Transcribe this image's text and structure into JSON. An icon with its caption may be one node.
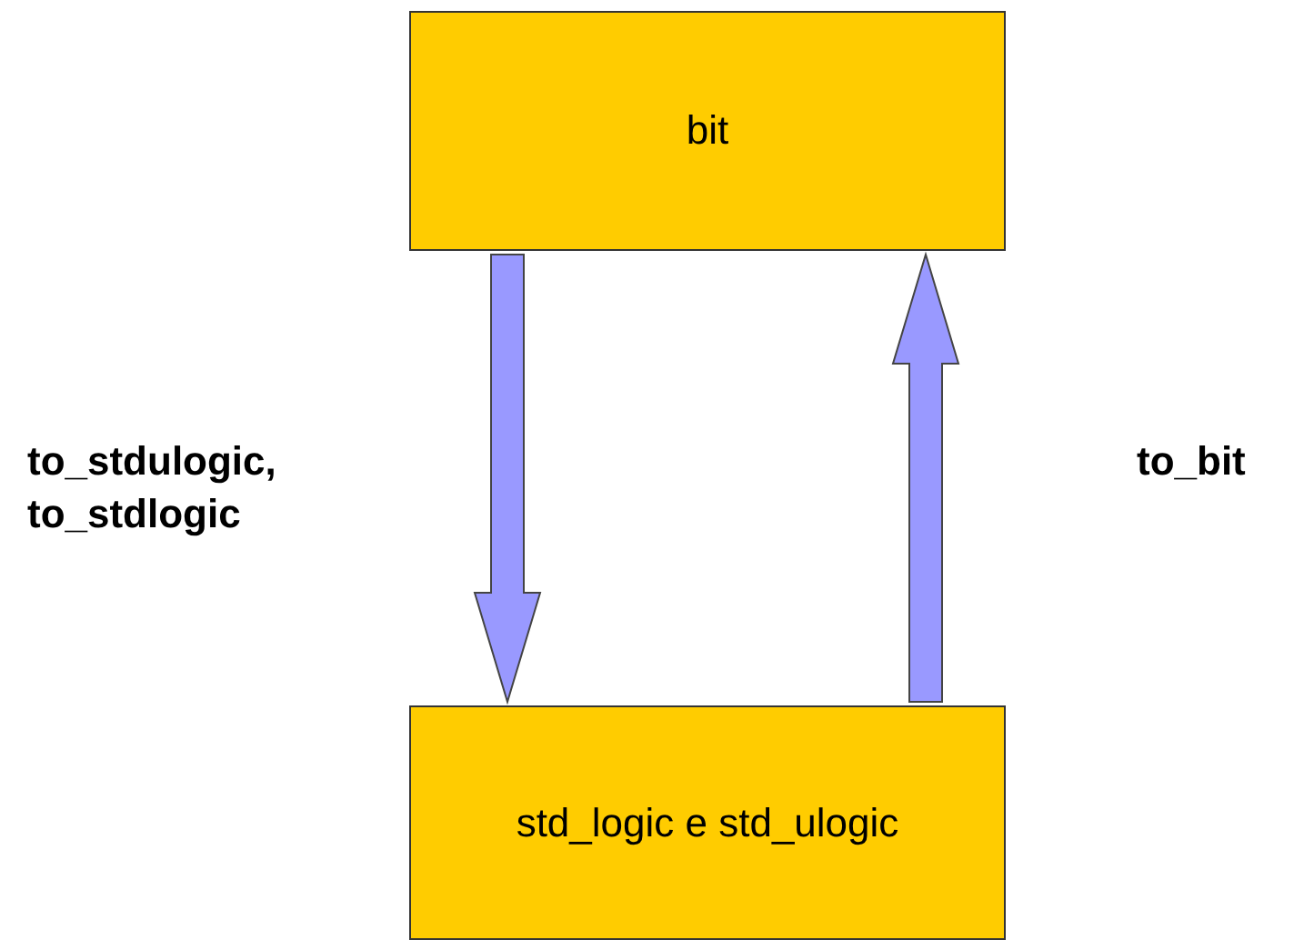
{
  "diagram": {
    "nodes": [
      {
        "text": [
          "bit"
        ]
      },
      {
        "text": [
          "std_logic e std_ulogic"
        ]
      }
    ],
    "edges": [
      {
        "from": 0,
        "to": 1,
        "arrow": "to"
      },
      {
        "from": 1,
        "to": 0,
        "arrow": "to"
      }
    ],
    "labels": [
      "to_stdulogic, to_stdlogic",
      "to_bit"
    ]
  }
}
